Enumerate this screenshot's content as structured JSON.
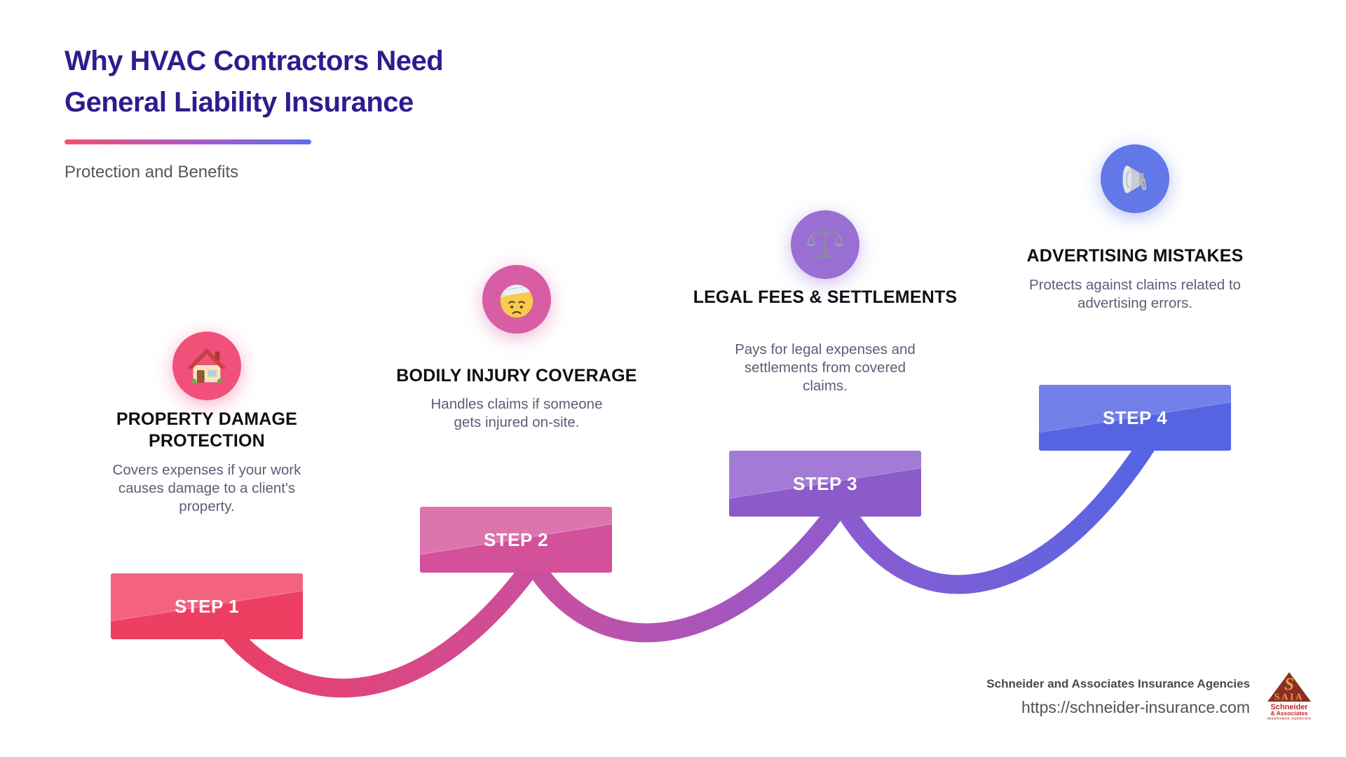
{
  "page": {
    "title_lines": [
      "Why HVAC Contractors Need",
      "General Liability Insurance"
    ],
    "subtitle": "Protection and Benefits"
  },
  "colors": {
    "title": "#2e1c8f",
    "underline_gradient": [
      "#f4506e",
      "#5e6ceb"
    ],
    "step1_accent": "#ee3f63",
    "step2_accent": "#d2519a",
    "step3_accent": "#8a5bc9",
    "step4_accent": "#5565e2",
    "description_text": "#5f5c75"
  },
  "steps": [
    {
      "step_label": "STEP 1",
      "title": "PROPERTY DAMAGE PROTECTION",
      "description": "Covers expenses if your work causes damage to a client's property.",
      "icon": "house-icon",
      "circle_color": "#f1507a",
      "banner_color": "#ee3f63"
    },
    {
      "step_label": "STEP 2",
      "title": "BODILY INJURY COVERAGE",
      "description": "Handles claims if someone gets injured on-site.",
      "icon": "bandaged-face-icon",
      "circle_color": "#d75da4",
      "banner_color": "#d2519a"
    },
    {
      "step_label": "STEP 3",
      "title": "LEGAL FEES & SETTLEMENTS",
      "description": "Pays for legal expenses and settlements from covered claims.",
      "icon": "scales-icon",
      "circle_color": "#9a6fd3",
      "banner_color": "#8a5bc9"
    },
    {
      "step_label": "STEP 4",
      "title": "ADVERTISING MISTAKES",
      "description": "Protects against claims related to advertising errors.",
      "icon": "megaphone-icon",
      "circle_color": "#6277e8",
      "banner_color": "#5565e2"
    }
  ],
  "footer": {
    "company": "Schneider and Associates Insurance Agencies",
    "url": "https://schneider-insurance.com",
    "logo": {
      "monogram": "S",
      "acronym": "SAIA",
      "line1": "Schneider",
      "line2": "& Associates",
      "line3": "INSURANCE AGENCIES"
    }
  }
}
